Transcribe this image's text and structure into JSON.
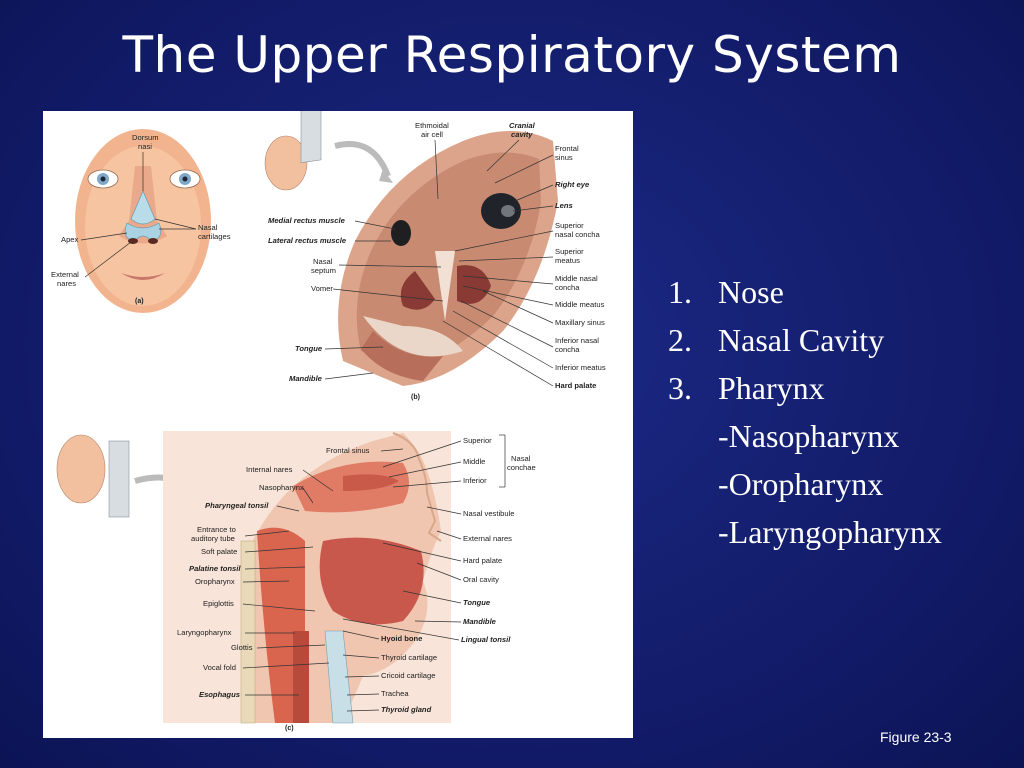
{
  "title": "The Upper Respiratory System",
  "list": {
    "items": [
      {
        "num": "1.",
        "text": "Nose"
      },
      {
        "num": "2.",
        "text": "Nasal Cavity"
      },
      {
        "num": "3.",
        "text": "Pharynx"
      }
    ],
    "subitems": [
      "-Nasopharynx",
      "-Oropharynx",
      "-Laryngopharynx"
    ]
  },
  "caption": "Figure 23-3",
  "figure": {
    "panel_a": {
      "tag": "(a)",
      "labels": {
        "dorsum": "Dorsum",
        "nasi": "nasi",
        "nasal": "Nasal",
        "cartilages": "cartilages",
        "apex": "Apex",
        "external": "External",
        "nares": "nares"
      }
    },
    "panel_b": {
      "tag": "(b)",
      "labels": {
        "ethmoidal": "Ethmoidal",
        "air_cell": "air cell",
        "cranial": "Cranial",
        "cavity": "cavity",
        "frontal": "Frontal",
        "sinus": "sinus",
        "right_eye": "Right eye",
        "lens": "Lens",
        "superior": "Superior",
        "nasal_concha": "nasal concha",
        "superior2": "Superior",
        "meatus": "meatus",
        "middle_nasal": "Middle nasal",
        "concha": "concha",
        "middle_meatus": "Middle meatus",
        "maxillary_sinus": "Maxillary sinus",
        "inferior_nasal": "Inferior nasal",
        "concha2": "concha",
        "inferior_meatus": "Inferior meatus",
        "hard_palate": "Hard palate",
        "medial_rectus": "Medial rectus muscle",
        "lateral_rectus": "Lateral rectus muscle",
        "nasal": "Nasal",
        "septum": "septum",
        "vomer": "Vomer",
        "tongue": "Tongue",
        "mandible": "Mandible"
      }
    },
    "panel_c": {
      "tag": "(c)",
      "labels": {
        "frontal_sinus": "Frontal sinus",
        "internal_nares": "Internal nares",
        "nasopharynx": "Nasopharynx",
        "pharyngeal_tonsil": "Pharyngeal tonsil",
        "entrance_to": "Entrance to",
        "auditory_tube": "auditory tube",
        "soft_palate": "Soft palate",
        "palatine_tonsil": "Palatine tonsil",
        "oropharynx": "Oropharynx",
        "epiglottis": "Epiglottis",
        "laryngopharynx": "Laryngopharynx",
        "glottis": "Glottis",
        "vocal_fold": "Vocal fold",
        "esophagus": "Esophagus",
        "superior": "Superior",
        "middle": "Middle",
        "inferior": "Inferior",
        "nasal": "Nasal",
        "conchae": "conchae",
        "nasal_vestibule": "Nasal vestibule",
        "external_nares": "External nares",
        "hard_palate": "Hard palate",
        "oral_cavity": "Oral cavity",
        "tongue": "Tongue",
        "mandible": "Mandible",
        "hyoid_bone": "Hyoid bone",
        "lingual_tonsil": "Lingual tonsil",
        "thyroid_cartilage": "Thyroid cartilage",
        "cricoid_cartilage": "Cricoid cartilage",
        "trachea": "Trachea",
        "thyroid_gland": "Thyroid gland"
      }
    }
  }
}
